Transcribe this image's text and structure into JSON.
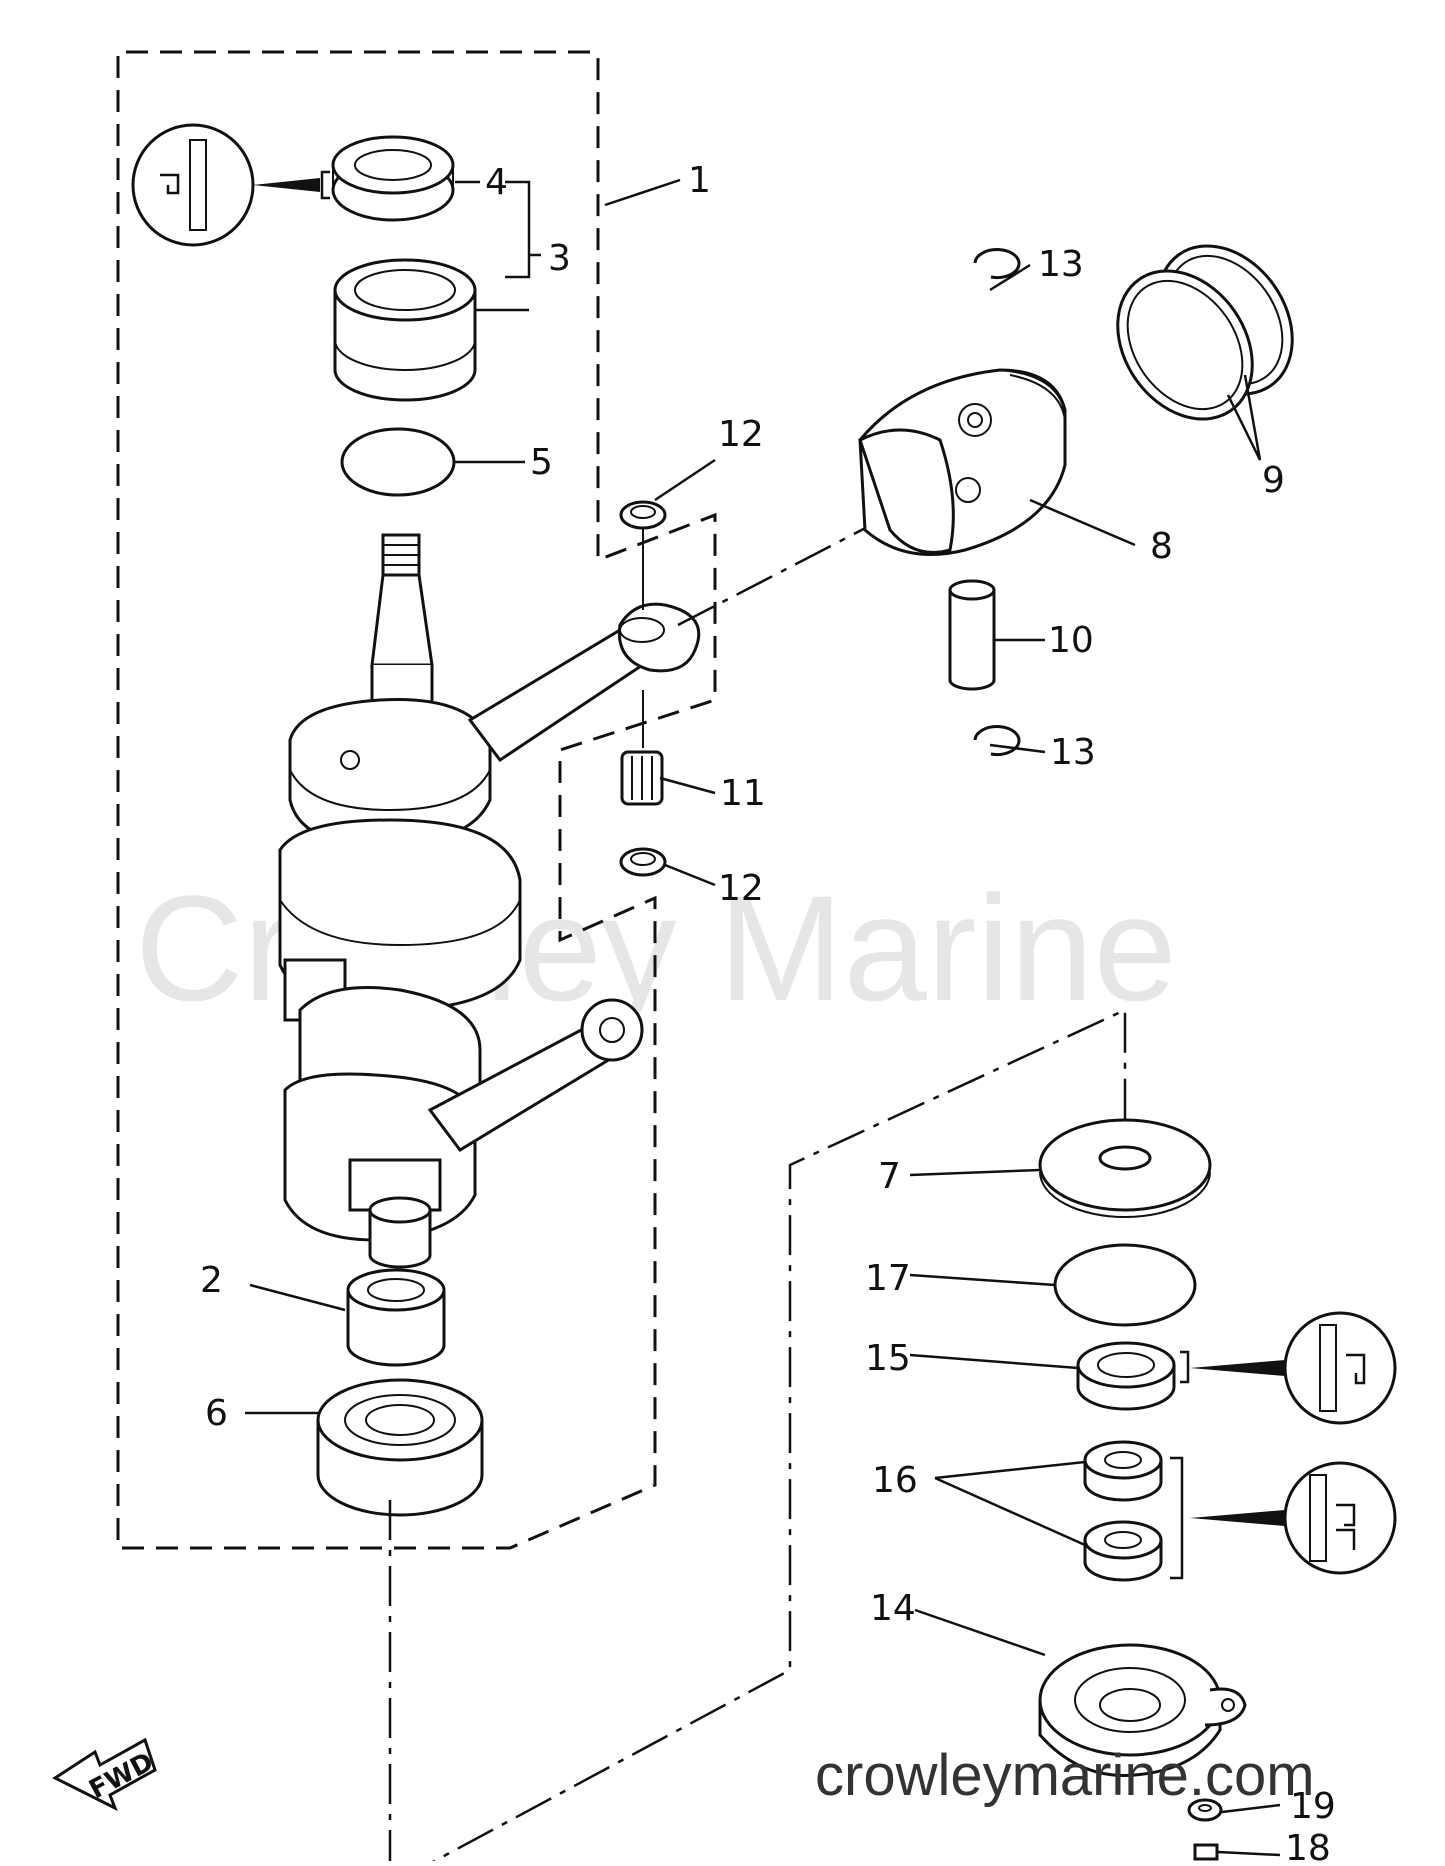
{
  "watermark": "Crowley Marine",
  "site_url": "crowleymarine.com",
  "fwd_label": "FWD",
  "callouts": [
    "1",
    "2",
    "3",
    "4",
    "5",
    "6",
    "7",
    "8",
    "9",
    "10",
    "11",
    "12",
    "12",
    "13",
    "13",
    "14",
    "15",
    "16",
    "17",
    "18",
    "19"
  ]
}
